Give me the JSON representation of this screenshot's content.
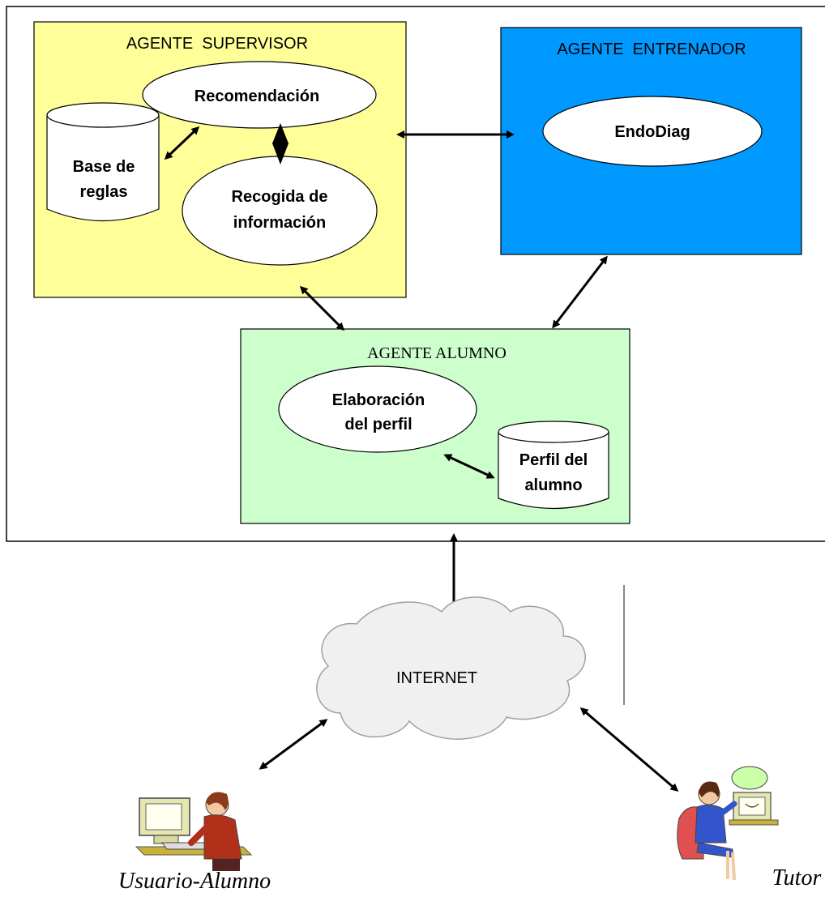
{
  "system": {
    "supervisor": {
      "title": "AGENTE  SUPERVISOR",
      "recommendation": "Recomendación",
      "rules_line1": "Base de",
      "rules_line2": "reglas",
      "info_line1": "Recogida de",
      "info_line2": "información"
    },
    "trainer": {
      "title": "AGENTE  ENTRENADOR",
      "endodiag": "EndoDiag"
    },
    "student_agent": {
      "title": "AGENTE ALUMNO",
      "profile_line1": "Elaboración",
      "profile_line2": "del perfil",
      "store_line1": "Perfil del",
      "store_line2": "alumno"
    }
  },
  "internet": {
    "label": "INTERNET"
  },
  "actors": {
    "student": "Usuario-Alumno",
    "tutor": "Tutor"
  },
  "colors": {
    "supervisor_fill": "#ffff99",
    "trainer_fill": "#0099ff",
    "student_fill": "#ccffcc",
    "cloud_fill": "#f0f0f0",
    "stroke": "#000000"
  }
}
